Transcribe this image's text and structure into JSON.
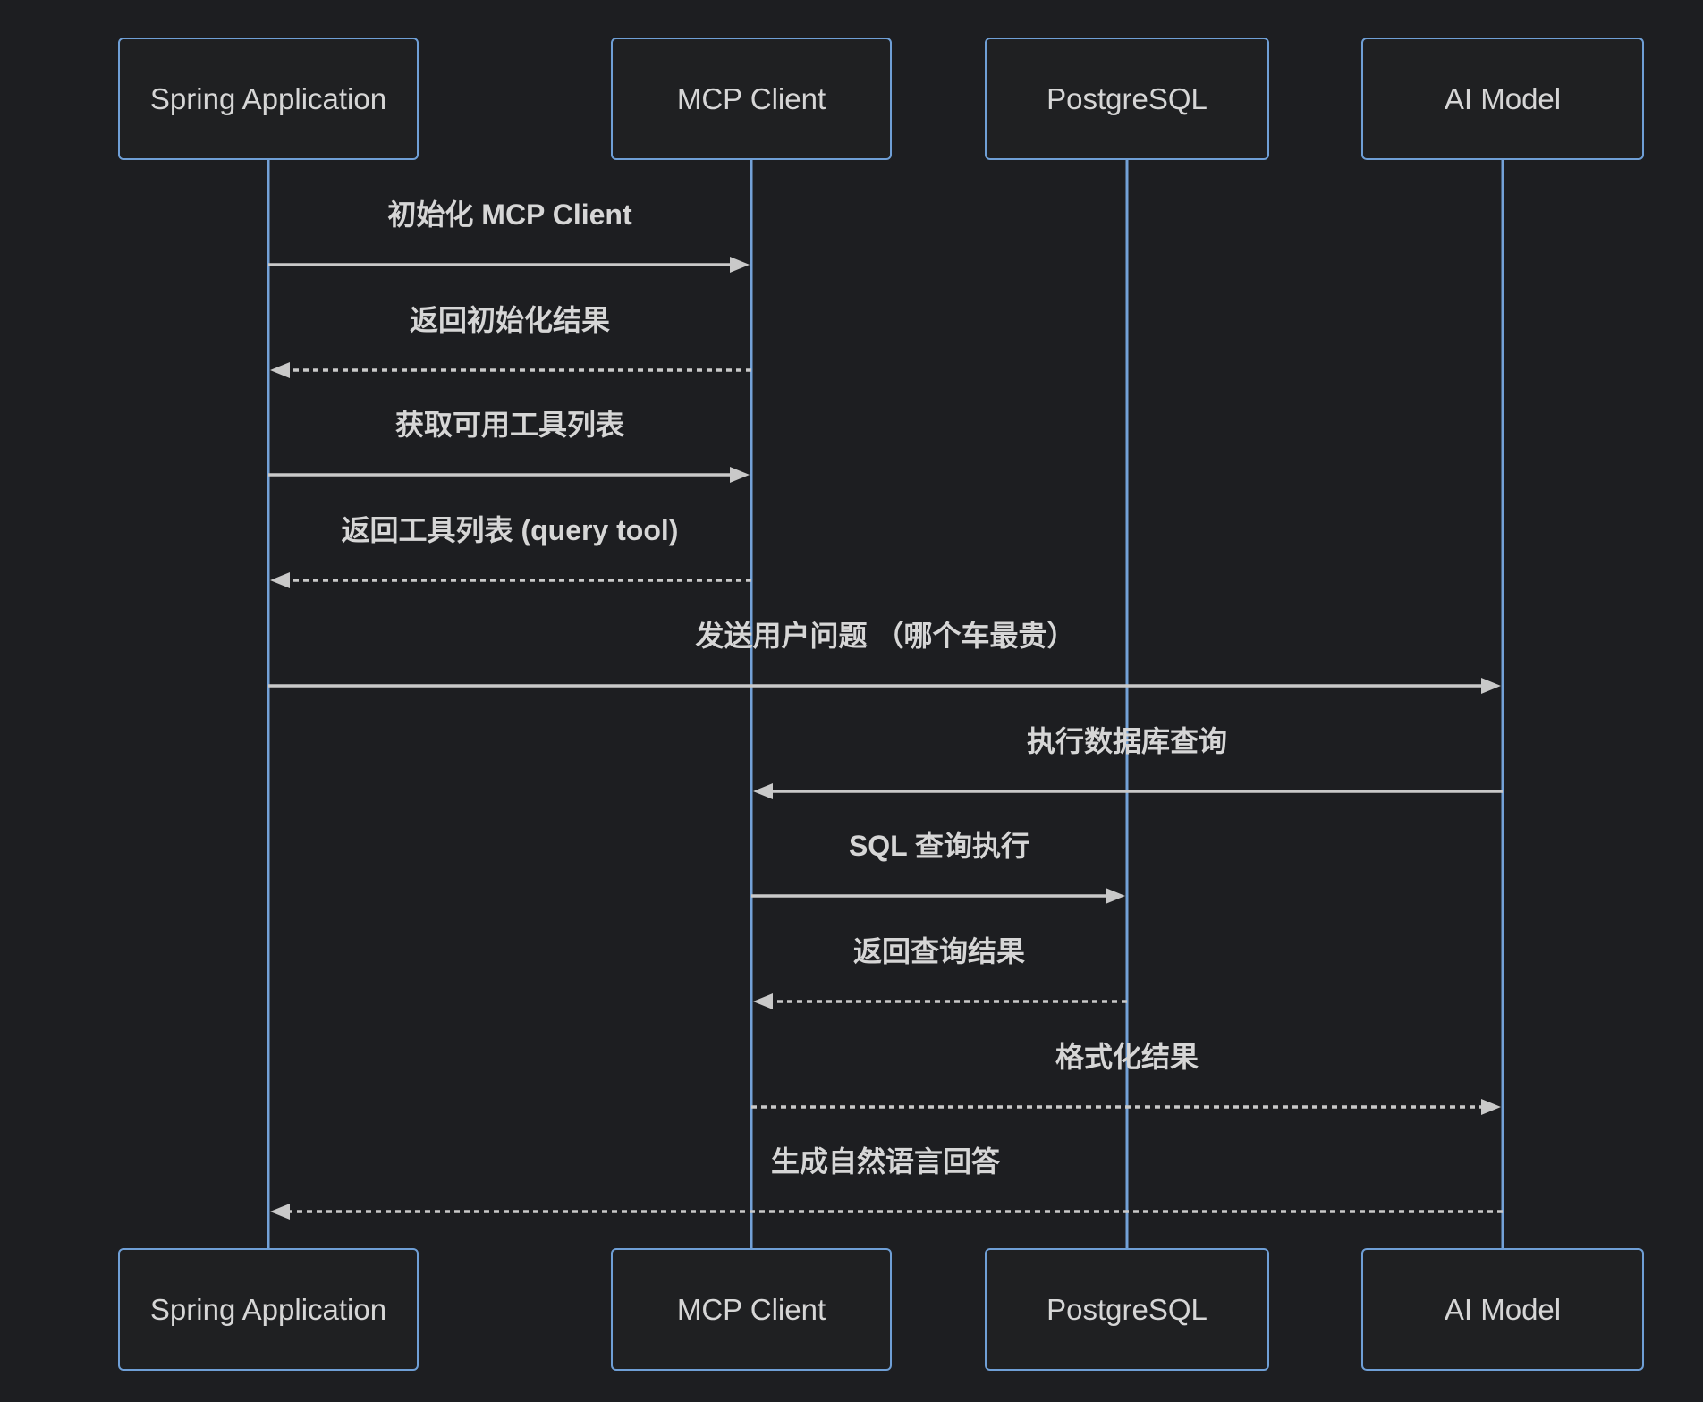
{
  "diagram": {
    "type": "sequence-diagram",
    "participants": [
      {
        "id": "spring",
        "label": "Spring Application"
      },
      {
        "id": "mcp",
        "label": "MCP Client"
      },
      {
        "id": "postgres",
        "label": "PostgreSQL"
      },
      {
        "id": "ai",
        "label": "AI Model"
      }
    ],
    "messages": [
      {
        "from": "spring",
        "to": "mcp",
        "text": "初始化 MCP Client",
        "line": "solid"
      },
      {
        "from": "mcp",
        "to": "spring",
        "text": "返回初始化结果",
        "line": "dashed"
      },
      {
        "from": "spring",
        "to": "mcp",
        "text": "获取可用工具列表",
        "line": "solid"
      },
      {
        "from": "mcp",
        "to": "spring",
        "text": "返回工具列表 (query tool)",
        "line": "dashed"
      },
      {
        "from": "spring",
        "to": "ai",
        "text": "发送用户问题 （哪个车最贵）",
        "line": "solid"
      },
      {
        "from": "ai",
        "to": "mcp",
        "text": "执行数据库查询",
        "line": "solid"
      },
      {
        "from": "mcp",
        "to": "postgres",
        "text": "SQL 查询执行",
        "line": "solid"
      },
      {
        "from": "postgres",
        "to": "mcp",
        "text": "返回查询结果",
        "line": "dashed"
      },
      {
        "from": "mcp",
        "to": "ai",
        "text": "格式化结果",
        "line": "dashed"
      },
      {
        "from": "ai",
        "to": "spring",
        "text": "生成自然语言回答",
        "line": "dashed"
      }
    ],
    "colors": {
      "background": "#1d1e21",
      "actor_fill": "#1f2022",
      "actor_border": "#6f9fd6",
      "lifeline": "#73a1d7",
      "signal": "#c9c9c9",
      "text": "#d6d6d6"
    }
  }
}
